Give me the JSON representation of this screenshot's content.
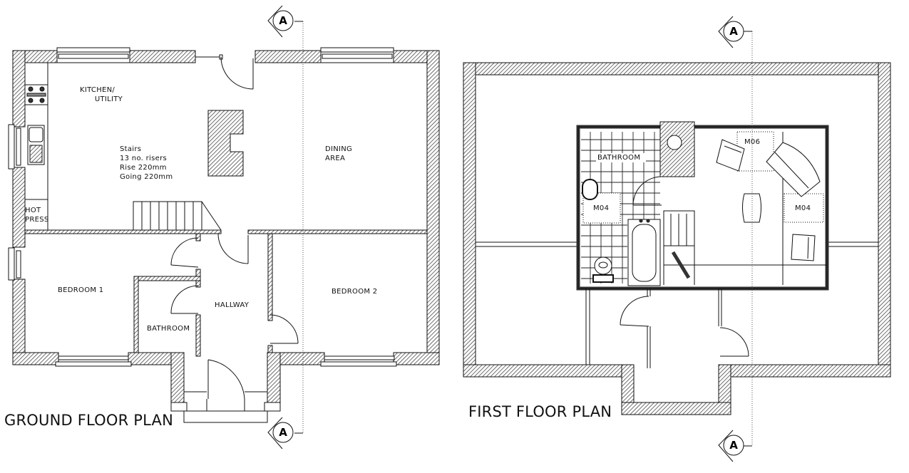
{
  "colors": {
    "ink": "#111111",
    "wall_hatch": "#333333",
    "paper": "#ffffff"
  },
  "ground_floor": {
    "title": "GROUND FLOOR PLAN",
    "rooms": {
      "kitchen": "KITCHEN/\n      UTILITY",
      "stairs_note": "Stairs\n13 no. risers\nRise 220mm\nGoing 220mm",
      "hot_press": "HOT\nPRESS",
      "dining": "DINING\nAREA",
      "bedroom1": "BEDROOM 1",
      "bathroom": "BATHROOM",
      "hallway": "HALLWAY",
      "bedroom2": "BEDROOM 2"
    },
    "section_marks": [
      "A",
      "A"
    ]
  },
  "first_floor": {
    "title": "FIRST FLOOR PLAN",
    "rooms": {
      "bathroom": "BATHROOM",
      "m04_left": "M04",
      "m06": "M06",
      "m04_right": "M04"
    },
    "section_marks": [
      "A",
      "A"
    ]
  }
}
